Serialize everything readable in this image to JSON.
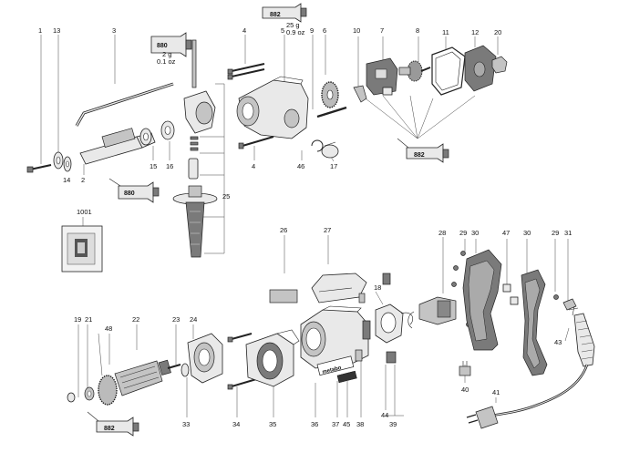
{
  "callouts": [
    {
      "id": "c1",
      "text": "1"
    },
    {
      "id": "c13",
      "text": "13"
    },
    {
      "id": "c3",
      "text": "3"
    },
    {
      "id": "c4a",
      "text": "4"
    },
    {
      "id": "c5",
      "text": "5"
    },
    {
      "id": "c9",
      "text": "9"
    },
    {
      "id": "c6",
      "text": "6"
    },
    {
      "id": "c10",
      "text": "10"
    },
    {
      "id": "c7",
      "text": "7"
    },
    {
      "id": "c8",
      "text": "8"
    },
    {
      "id": "c11",
      "text": "11"
    },
    {
      "id": "c12",
      "text": "12"
    },
    {
      "id": "c20",
      "text": "20"
    },
    {
      "id": "c14",
      "text": "14"
    },
    {
      "id": "c2",
      "text": "2"
    },
    {
      "id": "c15",
      "text": "15"
    },
    {
      "id": "c16",
      "text": "16"
    },
    {
      "id": "c4b",
      "text": "4"
    },
    {
      "id": "c46",
      "text": "46"
    },
    {
      "id": "c17",
      "text": "17"
    },
    {
      "id": "c25",
      "text": "25"
    },
    {
      "id": "c1001",
      "text": "1001"
    },
    {
      "id": "c26",
      "text": "26"
    },
    {
      "id": "c27",
      "text": "27"
    },
    {
      "id": "c28",
      "text": "28"
    },
    {
      "id": "c29a",
      "text": "29"
    },
    {
      "id": "c30a",
      "text": "30"
    },
    {
      "id": "c47",
      "text": "47"
    },
    {
      "id": "c30b",
      "text": "30"
    },
    {
      "id": "c29b",
      "text": "29"
    },
    {
      "id": "c31",
      "text": "31"
    },
    {
      "id": "c19",
      "text": "19"
    },
    {
      "id": "c21",
      "text": "21"
    },
    {
      "id": "c48",
      "text": "48"
    },
    {
      "id": "c22",
      "text": "22"
    },
    {
      "id": "c23",
      "text": "23"
    },
    {
      "id": "c24",
      "text": "24"
    },
    {
      "id": "c43",
      "text": "43"
    },
    {
      "id": "c40",
      "text": "40"
    },
    {
      "id": "c41",
      "text": "41"
    },
    {
      "id": "c18",
      "text": "18"
    },
    {
      "id": "c33",
      "text": "33"
    },
    {
      "id": "c34",
      "text": "34"
    },
    {
      "id": "c35",
      "text": "35"
    },
    {
      "id": "c36",
      "text": "36"
    },
    {
      "id": "c37",
      "text": "37"
    },
    {
      "id": "c45",
      "text": "45"
    },
    {
      "id": "c38",
      "text": "38"
    },
    {
      "id": "c44",
      "text": "44"
    },
    {
      "id": "c39",
      "text": "39"
    }
  ],
  "grease": {
    "tube_880_a": "880",
    "tube_880_qty_g": "2 g",
    "tube_880_qty_oz": "0.1 oz",
    "tube_882_a": "882",
    "tube_882_qty_g": "25 g",
    "tube_882_qty_oz": "0.9 oz",
    "tube_880_b": "880",
    "tube_882_b": "882",
    "tube_882_c": "882"
  },
  "branding": {
    "housing_logo": "metabo"
  },
  "colors": {
    "ink": "#222222",
    "part_fill": "#e9e9e9",
    "dark_fill": "#7a7a7a"
  }
}
